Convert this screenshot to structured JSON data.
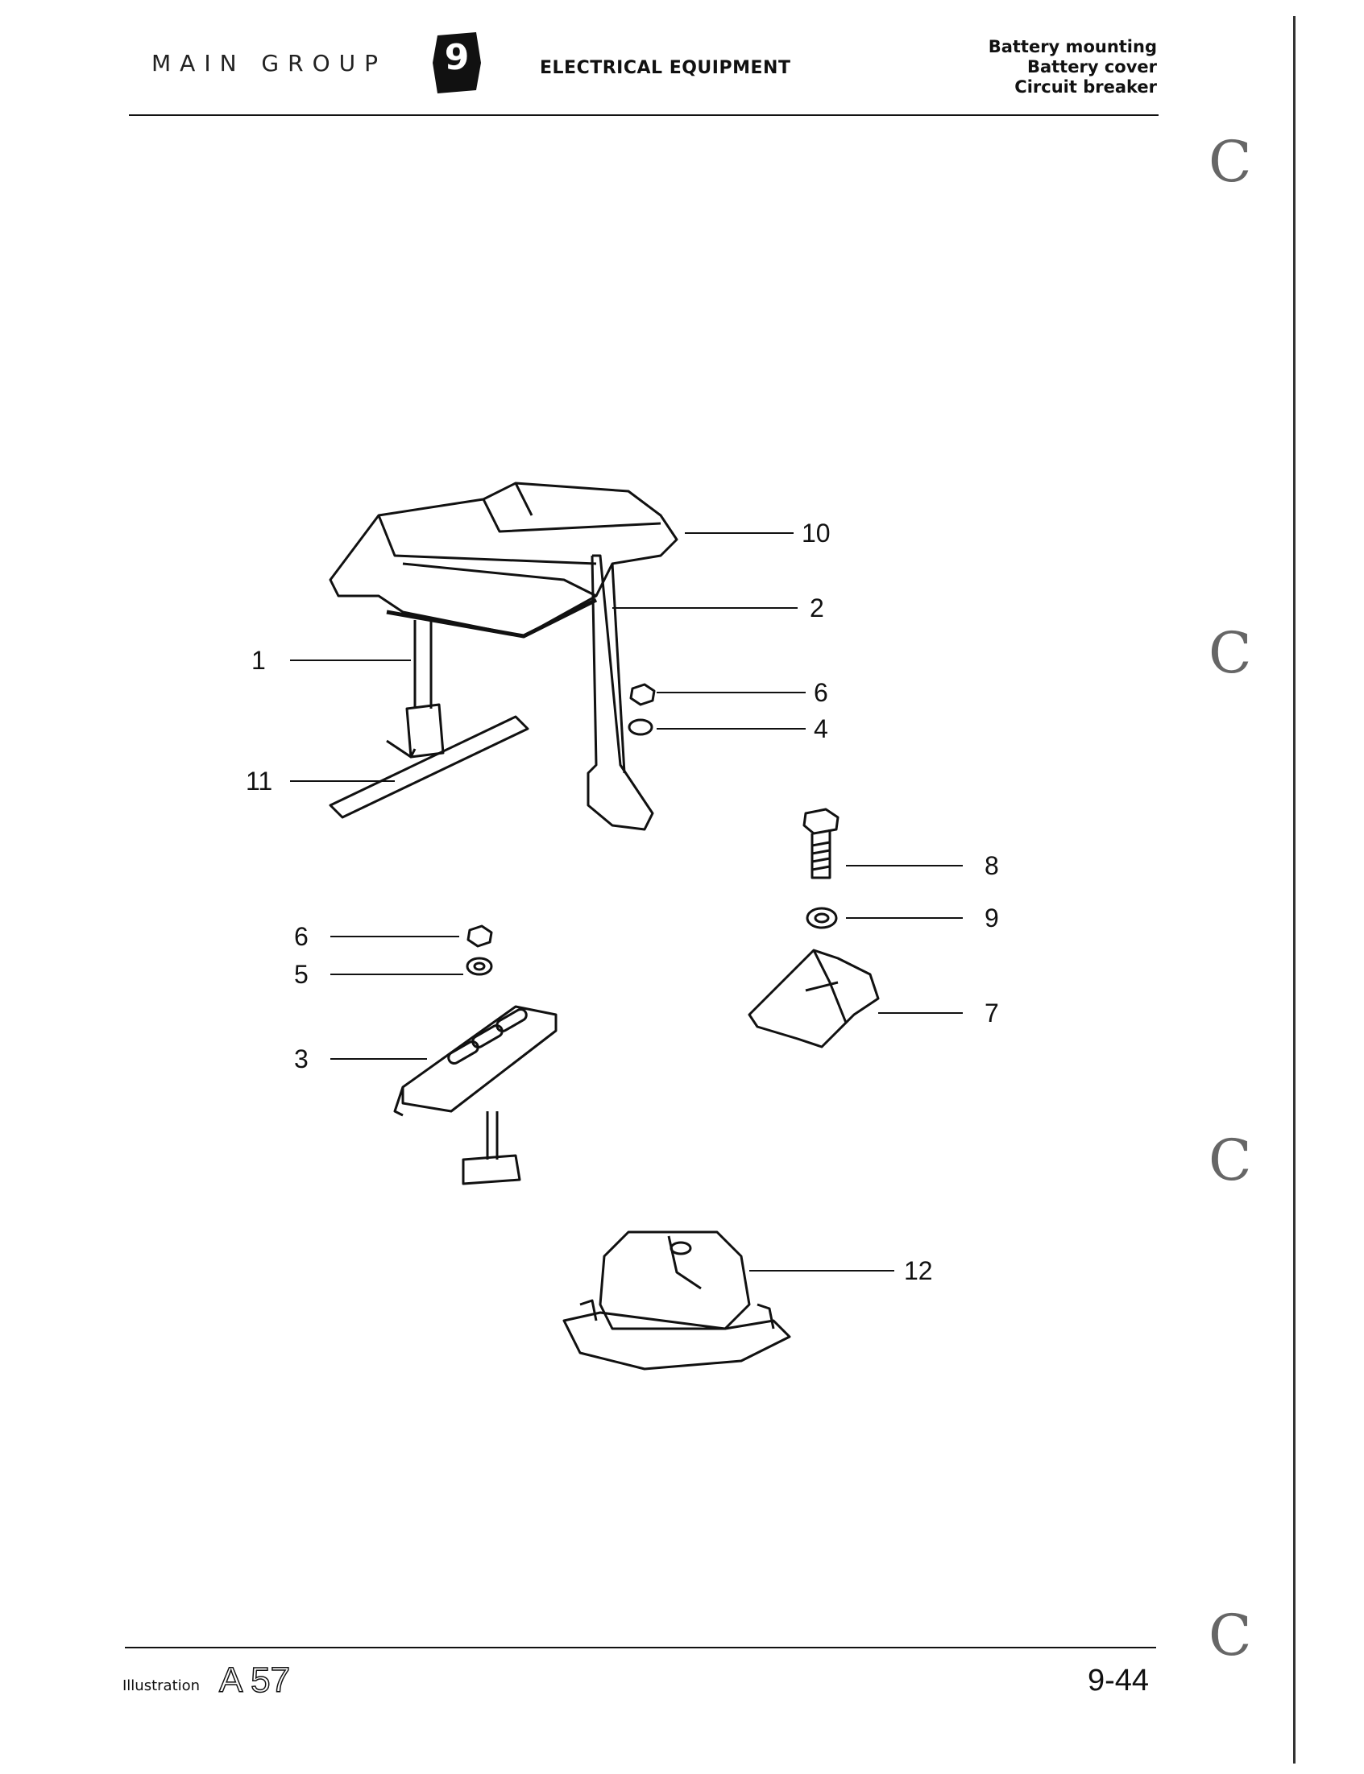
{
  "header": {
    "main_group": "MAIN GROUP",
    "group_number": "9",
    "section_title": "ELECTRICAL EQUIPMENT",
    "subject_lines": [
      "Battery mounting",
      "Battery cover",
      "Circuit breaker"
    ]
  },
  "callouts": {
    "c1": "1",
    "c2": "2",
    "c3": "3",
    "c4": "4",
    "c5": "5",
    "c6a": "6",
    "c6b": "6",
    "c7": "7",
    "c8": "8",
    "c9": "9",
    "c10": "10",
    "c11": "11",
    "c12": "12"
  },
  "footer": {
    "label": "Illustration",
    "illustration_id": "A 57",
    "page_number": "9-44"
  }
}
